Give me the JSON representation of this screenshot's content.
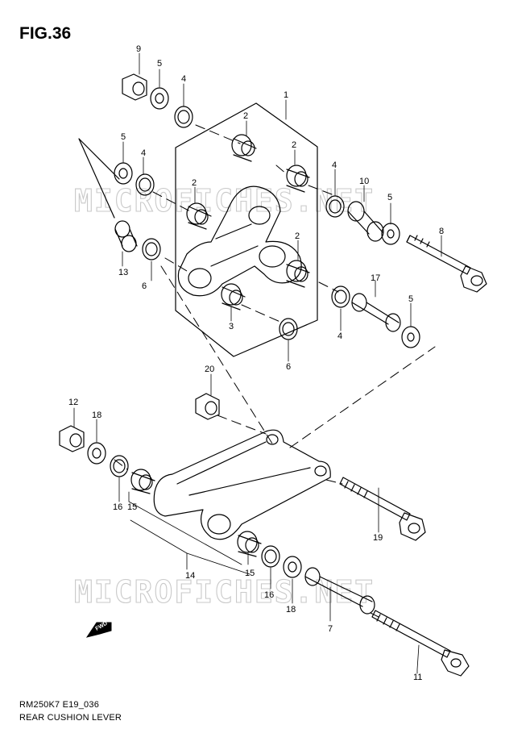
{
  "figure": {
    "title": "FIG.36"
  },
  "footer": {
    "model_code": "RM250K7 E19_036",
    "diagram_name": "REAR CUSHION LEVER"
  },
  "watermark": {
    "text": "MICROFICHES.NET"
  },
  "fwd_mark": {
    "label": "FWD"
  },
  "callouts": {
    "c1": "1",
    "c2a": "2",
    "c2b": "2",
    "c2c": "2",
    "c2d": "2",
    "c3": "3",
    "c4a": "4",
    "c4b": "4",
    "c4c": "4",
    "c4d": "4",
    "c5a": "5",
    "c5b": "5",
    "c5c": "5",
    "c5d": "5",
    "c6a": "6",
    "c6b": "6",
    "c7": "7",
    "c8": "8",
    "c9": "9",
    "c10": "10",
    "c11": "11",
    "c12": "12",
    "c13": "13",
    "c14": "14",
    "c15a": "15",
    "c15b": "15",
    "c16a": "16",
    "c16b": "16",
    "c17": "17",
    "c18a": "18",
    "c18b": "18",
    "c19": "19",
    "c20": "20"
  }
}
